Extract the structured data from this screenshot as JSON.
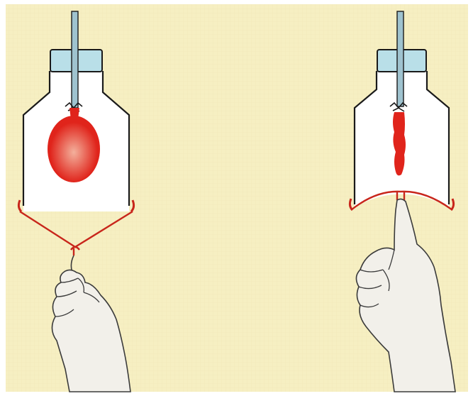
{
  "scene": {
    "panels": [
      {
        "state": "pulled-down",
        "balloon": "inflated"
      },
      {
        "state": "pushed-up",
        "balloon": "deflated"
      }
    ],
    "colors": {
      "background": "#f6efc2",
      "grid": "#e8dcae",
      "bottle_fill": "#ffffff",
      "bottle_outline": "#1a1a1a",
      "stopper": "#b9dfe8",
      "tube": "#9fc3cf",
      "balloon": "#e0241b",
      "balloon_highlight": "#f3b09c",
      "membrane": "#c8261b",
      "skin": "#f2f0ea",
      "skin_outline": "#3b3b3b"
    }
  }
}
